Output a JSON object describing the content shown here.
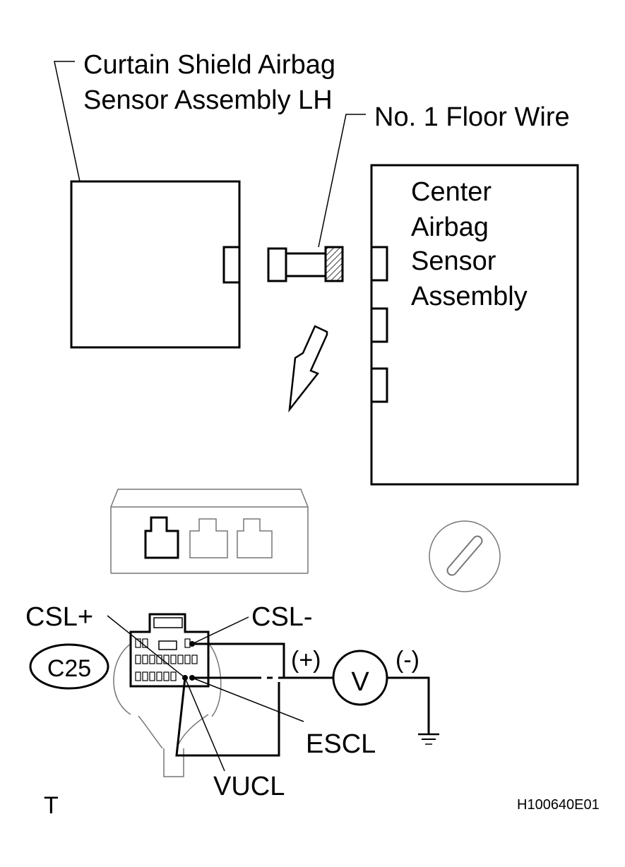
{
  "labels": {
    "curtain_line1": "Curtain Shield Airbag",
    "curtain_line2": "Sensor Assembly LH",
    "floor_wire": "No. 1 Floor Wire",
    "center_line1": "Center",
    "center_line2": "Airbag",
    "center_line3": "Sensor",
    "center_line4": "Assembly",
    "csl_plus": "CSL+",
    "csl_minus": "CSL-",
    "connector_code": "C25",
    "plus_sign": "(+)",
    "minus_sign": "(-)",
    "voltmeter": "V",
    "escl": "ESCL",
    "vucl": "VUCL",
    "corner_mark": "T",
    "figure_id": "H100640E01"
  }
}
